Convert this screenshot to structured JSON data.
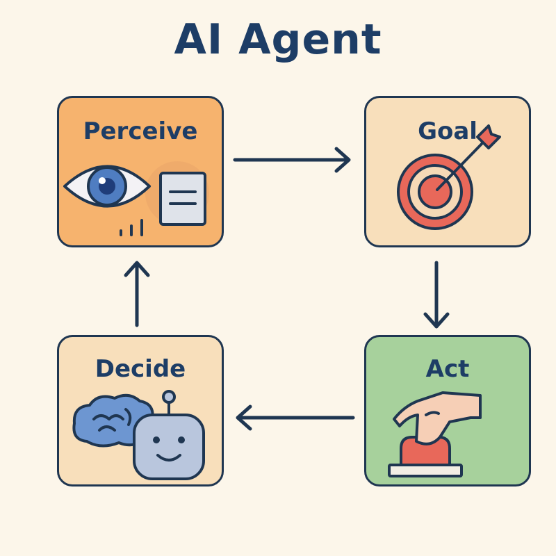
{
  "title": "AI Agent",
  "nodes": {
    "perceive": {
      "label": "Perceive",
      "color": "#f6b36e"
    },
    "goal": {
      "label": "Goal",
      "color": "#f8dfbb"
    },
    "act": {
      "label": "Act",
      "color": "#a7d19c"
    },
    "decide": {
      "label": "Decide",
      "color": "#f8dfbb"
    }
  },
  "edges": [
    {
      "from": "Perceive",
      "to": "Goal"
    },
    {
      "from": "Goal",
      "to": "Act"
    },
    {
      "from": "Act",
      "to": "Decide"
    },
    {
      "from": "Decide",
      "to": "Perceive"
    }
  ],
  "colors": {
    "ink": "#1f3651",
    "title": "#1d3d66",
    "background": "#fcf6ea",
    "target_red": "#e8685a",
    "brain_blue": "#6d96d1",
    "robot_gray": "#b9c6dd"
  },
  "icons": [
    "eye-icon",
    "document-icon",
    "signal-bars-icon",
    "target-icon",
    "arrow-icon",
    "hand-icon",
    "push-button-icon",
    "brain-icon",
    "robot-icon"
  ]
}
